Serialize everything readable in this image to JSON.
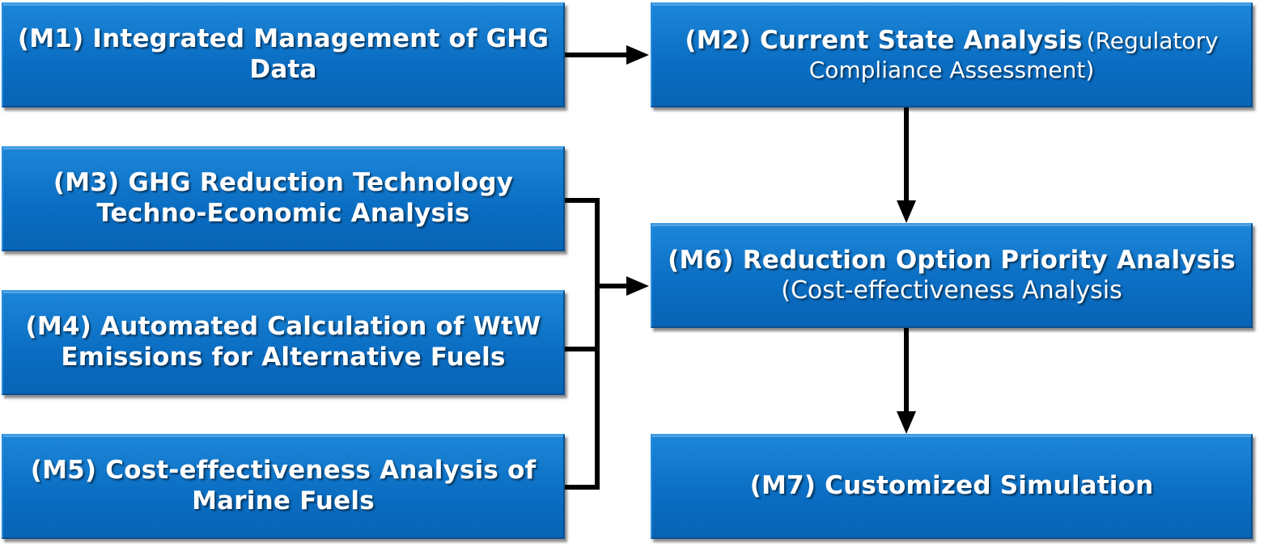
{
  "modules": {
    "m1": {
      "title": "(M1) Integrated Management of GHG Data"
    },
    "m2": {
      "title": "(M2) Current State Analysis",
      "subtitle": "(Regulatory Compliance Assessment)"
    },
    "m3": {
      "line1": "(M3) GHG Reduction Technology",
      "line2": "Techno-Economic Analysis"
    },
    "m4": {
      "line1": "(M4) Automated Calculation of WtW",
      "line2": "Emissions for Alternative Fuels"
    },
    "m5": {
      "line1": "(M5) Cost-effectiveness Analysis of",
      "line2": "Marine Fuels"
    },
    "m6": {
      "title": "(M6) Reduction Option Priority Analysis",
      "subtitle": "(Cost-effectiveness Analysis"
    },
    "m7": {
      "title": "(M7) Customized Simulation"
    }
  },
  "colors": {
    "box_fill": "#0b6fc4",
    "box_border": "#0a4f8f",
    "text": "#ffffff",
    "connector": "#000000"
  }
}
